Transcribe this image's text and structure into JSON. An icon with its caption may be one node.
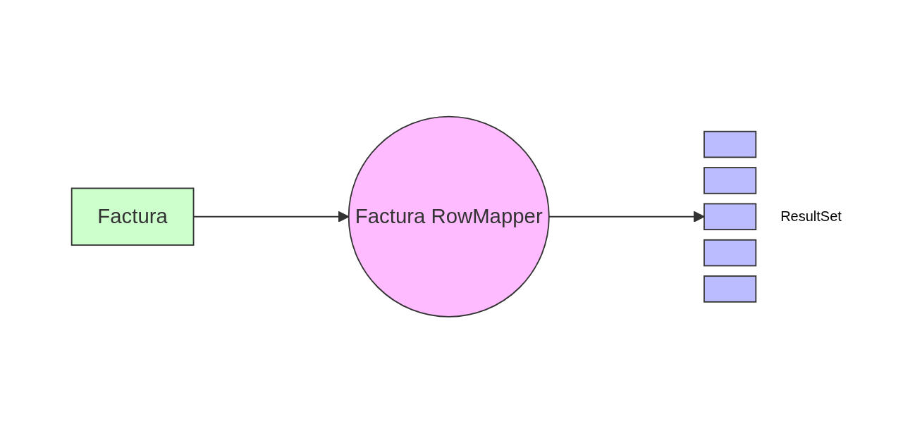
{
  "diagram": {
    "nodes": [
      {
        "text": [
          "Factura"
        ]
      },
      {
        "text": [
          "Factura RowMapper"
        ]
      },
      {
        "text": [],
        "shape": "bar"
      },
      {
        "text": [],
        "shape": "bar"
      },
      {
        "text": [],
        "shape": "bar"
      },
      {
        "text": [],
        "shape": "bar"
      },
      {
        "text": [],
        "shape": "bar"
      }
    ],
    "edges": [
      {
        "from": 0,
        "to": 1,
        "arrow": "to"
      },
      {
        "from": 1,
        "to": 4,
        "arrow": "to"
      }
    ],
    "labels": [
      "ResultSet"
    ]
  }
}
